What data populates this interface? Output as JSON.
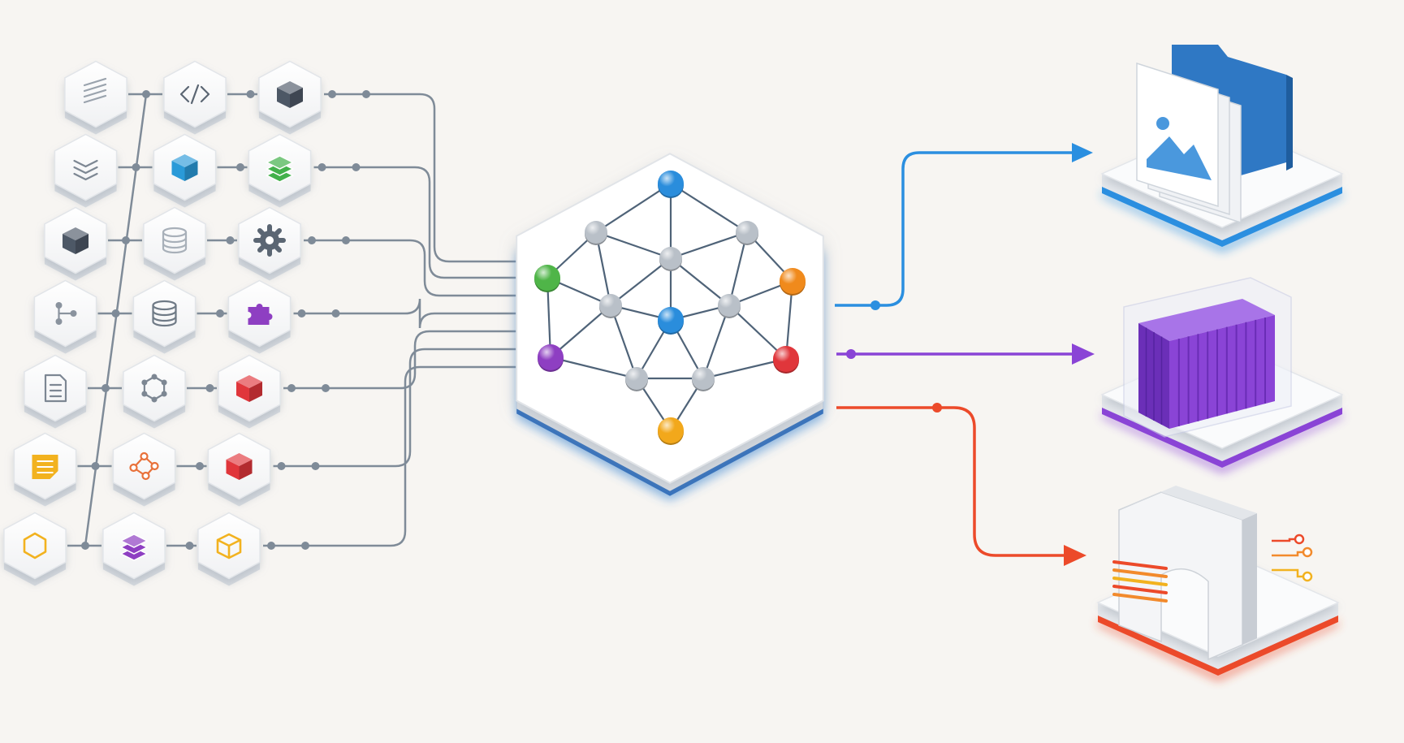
{
  "diagram": {
    "kind": "pipeline-graph",
    "input_grid": {
      "rows": [
        [
          "document-lines-icon",
          "code-brackets-icon",
          "package-box-icon"
        ],
        [
          "stack-check-icon",
          "cube-icon",
          "layers-icon"
        ],
        [
          "box-open-icon",
          "database-outline-icon",
          "gear-icon"
        ],
        [
          "share-nodes-icon",
          "database-icon",
          "puzzle-piece-icon"
        ],
        [
          "document-icon",
          "graph-ring-icon",
          "cube-icon"
        ],
        [
          "note-icon",
          "connected-nodes-icon",
          "cube-icon"
        ],
        [
          "hexagon-outline-icon",
          "layers-icon",
          "cube-wireframe-icon"
        ]
      ],
      "icon_colors": [
        [
          "#9aa3ad",
          "#5b6673",
          "#4d5866"
        ],
        [
          "#7d8793",
          "#2a9ad8",
          "#43b14b"
        ],
        [
          "#4d5866",
          "#a8b0b9",
          "#5b6673"
        ],
        [
          "#8a939e",
          "#6f7a86",
          "#8e3fc2"
        ],
        [
          "#7d8793",
          "#7d8793",
          "#e0363b"
        ],
        [
          "#f2b21f",
          "#e8713a",
          "#e0363b"
        ],
        [
          "#f2b21f",
          "#8e3fc2",
          "#f2b21f"
        ]
      ]
    },
    "hub": {
      "name": "central-graph-hub",
      "node_colors": {
        "top": "#2a8ddc",
        "left": "#4fb548",
        "right": "#f08a1c",
        "lower_left": "#8e3fc2",
        "lower_right": "#e0363b",
        "bottom": "#f2a81b",
        "center": "#2a8ddc",
        "default": "#b9c0c8"
      },
      "accent": "#3d8ee0"
    },
    "outputs": [
      {
        "name": "images-folder-output",
        "icon": "image-folder-icon",
        "color": "#2b8fe0"
      },
      {
        "name": "container-output",
        "icon": "shipping-container-icon",
        "color": "#8a44d6"
      },
      {
        "name": "gateway-output",
        "icon": "arch-gateway-icon",
        "color": "#ec4a2a"
      }
    ],
    "connector_color": "#7f8b98"
  }
}
